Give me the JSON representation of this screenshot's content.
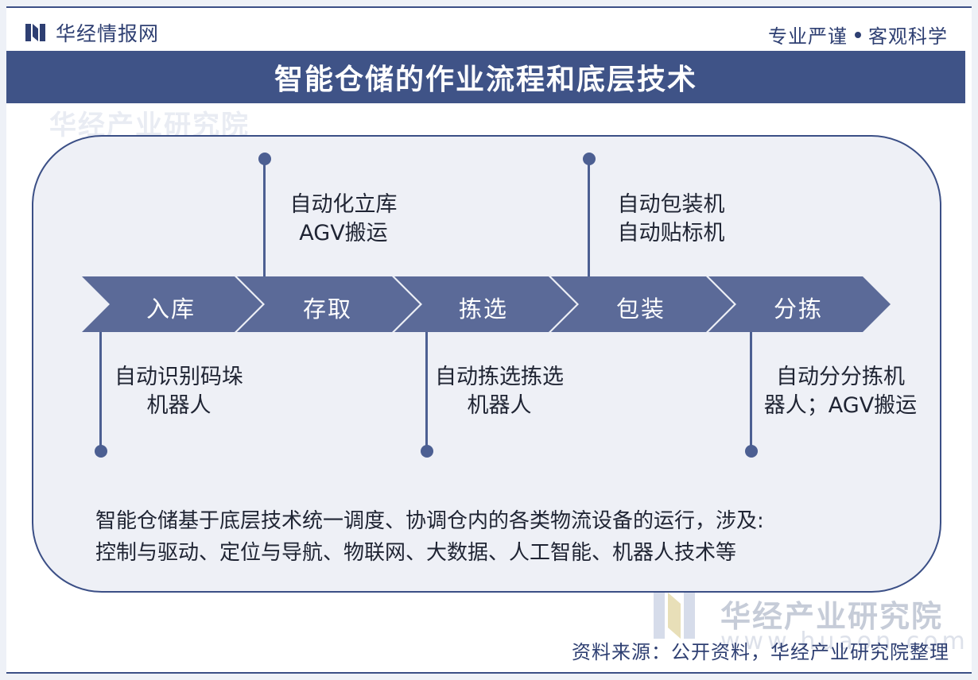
{
  "header": {
    "brand_name": "华经情报网",
    "slogan_left": "专业严谨",
    "slogan_right": "客观科学"
  },
  "title": "智能仓储的作业流程和底层技术",
  "watermark": {
    "top_text": "华经产业研究院",
    "bottom_text": "华经产业研究院",
    "url": "www.huaon.com"
  },
  "process": {
    "steps": [
      "入库",
      "存取",
      "拣选",
      "包装",
      "分拣"
    ]
  },
  "technologies": {
    "top": [
      {
        "line1": "自动化立库",
        "line2": "AGV搬运"
      },
      {
        "line1": "自动包装机",
        "line2": "自动贴标机"
      }
    ],
    "bottom": [
      {
        "line1": "自动识别码垛",
        "line2": "机器人"
      },
      {
        "line1": "自动拣选拣选",
        "line2": "机器人"
      },
      {
        "line1": "自动分分拣机",
        "line2": "器人；AGV搬运"
      }
    ]
  },
  "summary": {
    "line1": "智能仓储基于底层技术统一调度、协调仓内的各类物流设备的运行，涉及:",
    "line2": "控制与驱动、定位与导航、物联网、大数据、人工智能、机器人技术等"
  },
  "source": "资料来源：公开资料，华经产业研究院整理",
  "colors": {
    "primary": "#3f5387",
    "chevron": "#5b6a98",
    "panel_bg": "#eef0f6",
    "text": "#1f2433"
  }
}
